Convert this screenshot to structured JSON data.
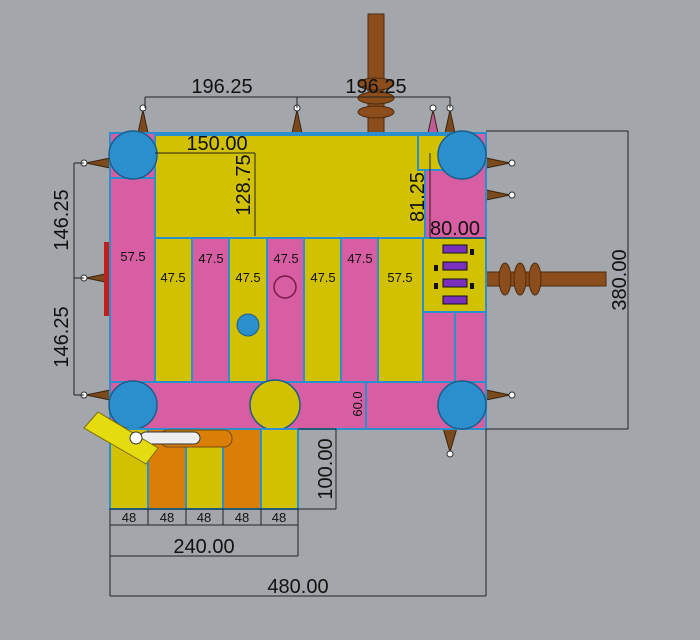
{
  "dimensions": {
    "top_left_span": "196.25",
    "top_right_span": "196.25",
    "left_upper_span": "146.25",
    "left_lower_span": "146.25",
    "right_total": "380.00",
    "total_width": "480.00",
    "annex_width": "240.00",
    "annex_height": "100.00",
    "platform_width": "150.00",
    "platform_height": "128.75",
    "right_notch_height": "81.25",
    "right_block_width": "80.00",
    "walkway_width": "60.0"
  },
  "slats": {
    "top_labels": [
      "57.5",
      "47.5",
      "47.5",
      "47.5",
      "47.5",
      "47.5",
      "47.5",
      "57.5"
    ],
    "annex_labels": [
      "48",
      "48",
      "48",
      "48",
      "48"
    ]
  },
  "colors": {
    "background": "#a3a7ac",
    "pink": "#d75ea2",
    "yellow": "#d2c100",
    "orange": "#d97f07",
    "post_blue": "#2b8fce",
    "wood": "#8b4d1c",
    "purple": "#7b2fbf"
  }
}
